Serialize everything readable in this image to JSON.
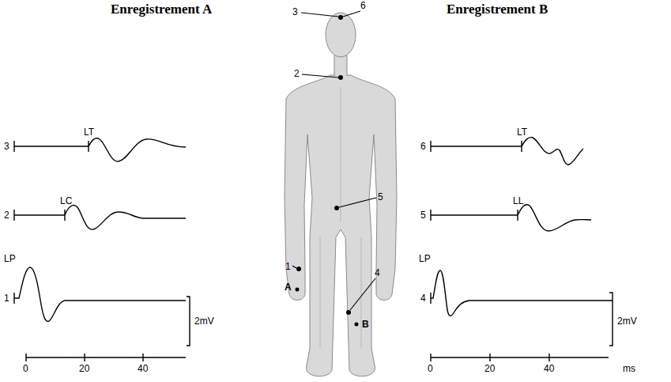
{
  "diagram": {
    "labels": [
      "Enregistrement A",
      "Enregistrement B",
      "3",
      "6",
      "2",
      "LT",
      "3",
      "LT",
      "6",
      "LC",
      "2",
      "LL",
      "5",
      "5",
      "1",
      "A",
      "LP",
      "LP",
      "4",
      "B",
      "1",
      "4",
      "2mV",
      "2mV",
      "0",
      "20",
      "40",
      "0",
      "20",
      "40",
      "ms"
    ]
  }
}
